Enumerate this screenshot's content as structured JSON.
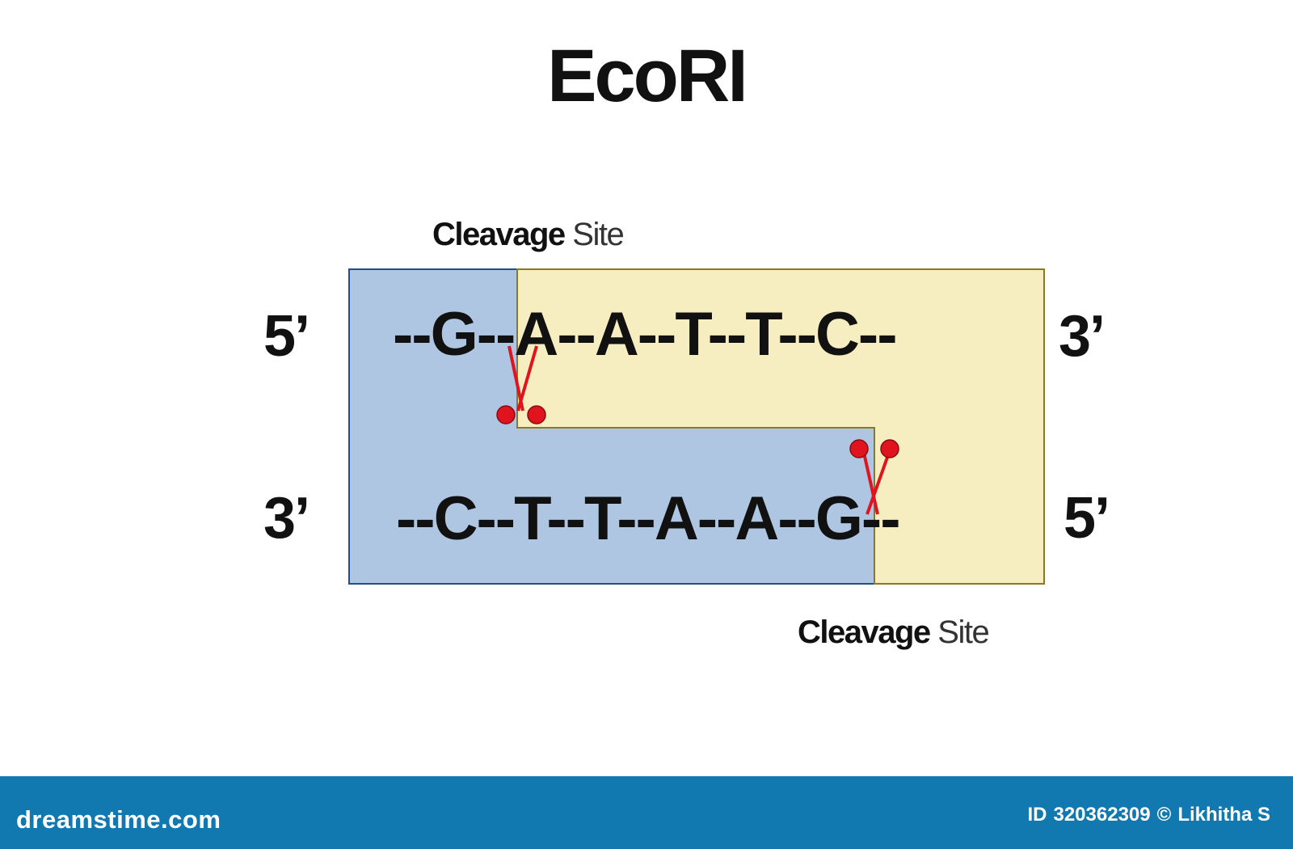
{
  "title": "EcoRI",
  "cleavage_label": {
    "bold": "Cleavage",
    "normal": "Site"
  },
  "strands": {
    "top": {
      "left_end": "5’",
      "right_end": "3’",
      "sequence": "--G--A--A--T--T--C--"
    },
    "bottom": {
      "left_end": "3’",
      "right_end": "5’",
      "sequence": "--C--T--T--A--A--G--"
    }
  },
  "colors": {
    "left_fragment": "#aec6e2",
    "left_fragment_border": "#1f4e8c",
    "right_fragment": "#f6eec0",
    "right_fragment_border": "#8b7a22",
    "scissors": "#e0141e",
    "footer": "#1278b0"
  },
  "icons": [
    "scissors-icon",
    "scissors-icon"
  ],
  "footer": {
    "logo": "dreamstime.com",
    "id_label": "ID",
    "id": "320362309",
    "copyright": "©",
    "author": "Likhitha S"
  }
}
